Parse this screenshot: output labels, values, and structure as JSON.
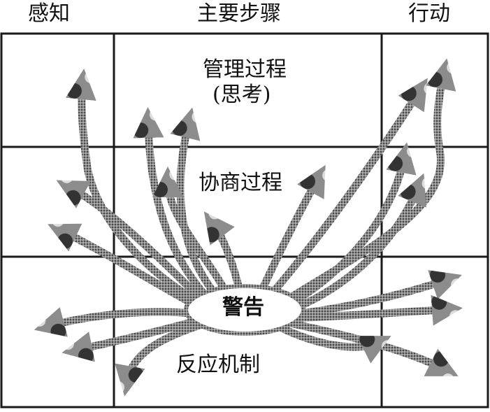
{
  "header": {
    "left": "感知",
    "middle": "主要步骤",
    "right": "行动"
  },
  "labels": {
    "management": "管理过程",
    "management_sub": "(思考)",
    "coordination": "协商过程",
    "alert": "警告",
    "reaction": "反应机制"
  },
  "colors": {
    "grid": "#1a1a1a",
    "arrow": "#6e6e6e",
    "arrow_edge": "#2a2a2a",
    "ellipse_border": "#8a8a8a"
  }
}
